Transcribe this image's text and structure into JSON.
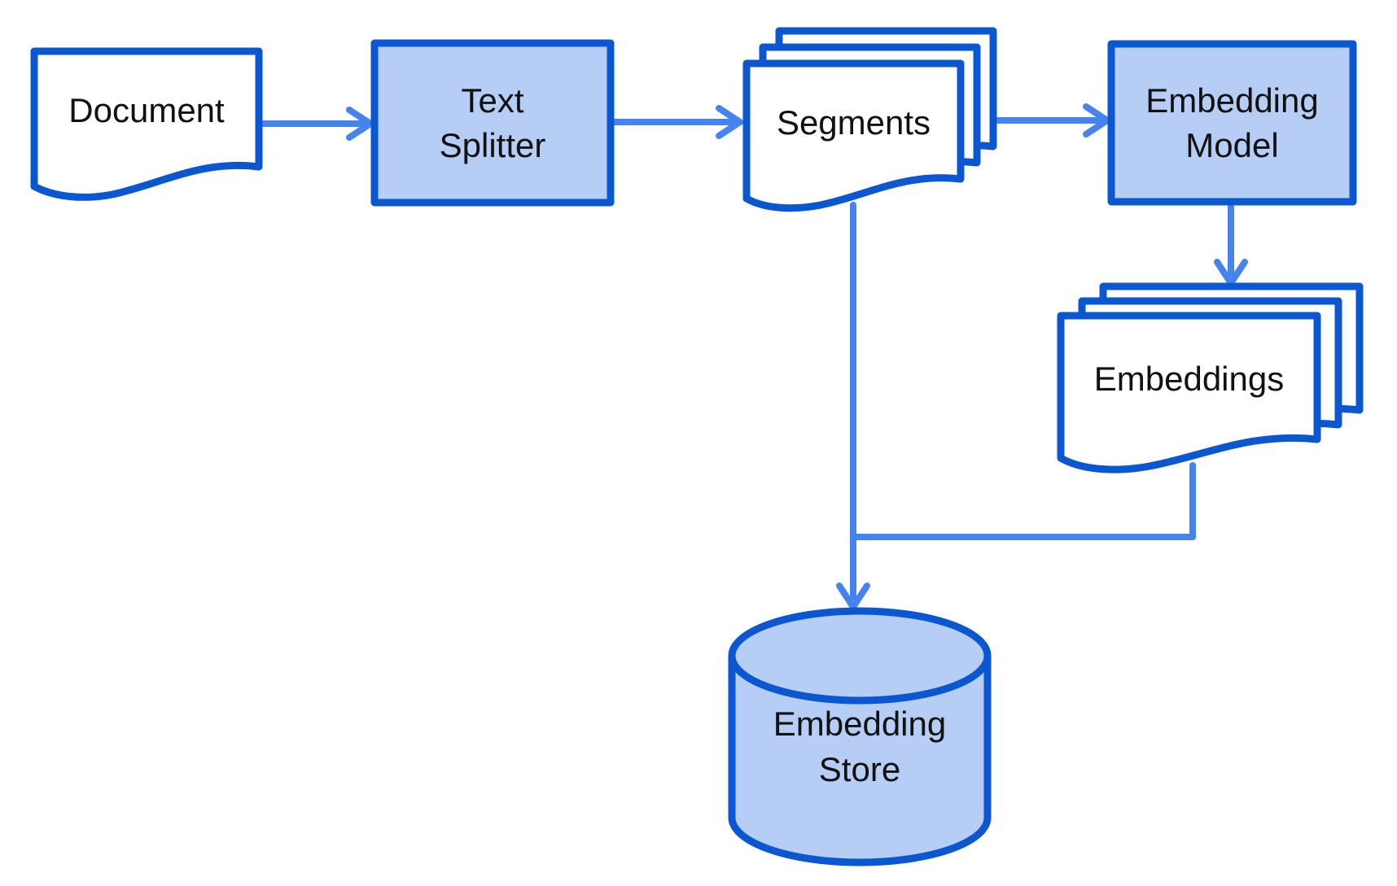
{
  "diagram": {
    "type": "flowchart",
    "background": "#ffffff",
    "nodes": {
      "document": {
        "label": "Document",
        "shape": "document",
        "fill": "#ffffff"
      },
      "text_splitter": {
        "label": "Text\nSplitter",
        "shape": "process-box",
        "fill": "#b6cef6"
      },
      "segments": {
        "label": "Segments",
        "shape": "multi-document",
        "fill": "#ffffff"
      },
      "embedding_model": {
        "label": "Embedding\nModel",
        "shape": "process-box",
        "fill": "#b6cef6"
      },
      "embeddings": {
        "label": "Embeddings",
        "shape": "multi-document",
        "fill": "#ffffff"
      },
      "embedding_store": {
        "label": "Embedding\nStore",
        "shape": "database-cylinder",
        "fill": "#b6cef6"
      }
    },
    "edges": [
      {
        "from": "document",
        "to": "text_splitter",
        "arrow": true
      },
      {
        "from": "text_splitter",
        "to": "segments",
        "arrow": true
      },
      {
        "from": "segments",
        "to": "embedding_model",
        "arrow": true
      },
      {
        "from": "embedding_model",
        "to": "embeddings",
        "arrow": true
      },
      {
        "from": "segments",
        "to": "embedding_store",
        "arrow": true
      },
      {
        "from": "embeddings",
        "to": "embedding_store",
        "arrow": true
      }
    ],
    "colors": {
      "node_border": "#0b57d2",
      "node_fill": "#b6cef6",
      "document_fill": "#ffffff",
      "connector": "#4583ee",
      "text": "#111111"
    }
  }
}
